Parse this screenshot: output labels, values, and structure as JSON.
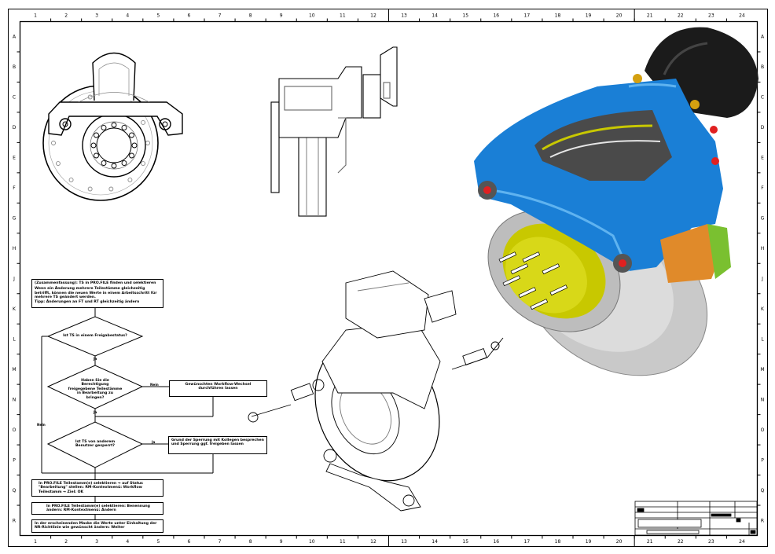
{
  "sheet": {
    "column_labels": [
      "1",
      "2",
      "3",
      "4",
      "5",
      "6",
      "7",
      "8",
      "9",
      "10",
      "11",
      "12",
      "13",
      "14",
      "15",
      "16",
      "17",
      "18",
      "19",
      "20",
      "21",
      "22",
      "23",
      "24"
    ],
    "row_labels": [
      "A",
      "B",
      "C",
      "D",
      "E",
      "F",
      "G",
      "H",
      "J",
      "K",
      "L",
      "M",
      "N",
      "O",
      "P",
      "Q",
      "R"
    ]
  },
  "flowchart": {
    "start_box": {
      "line1": "(Zusammenfassung): TS in PRO.FILE finden und selektieren",
      "line2": "Wenn ein Änderung mehrere Teilestämme gleichzeitig betrifft, können die neuen Werte in einem Arbeitsschritt für mehrere TS geändert werden.",
      "line3": "Tipp: Änderungen an FT und RT gleichzeitig ändern"
    },
    "decision1": "Ist TS in einem Freigabestatus?",
    "decision2": "Haben Sie die Berechtigung freigegebene Teilestämme in Bearbeitung zu bringen?",
    "decision3": "Ist TS von anderem Benutzer gesperrt?",
    "side_box1": "Gewünschten Workflow-Wechsel durchführen lassen",
    "side_box2": "Grund der Sperrung mit Kollegen besprechen und Sperrung ggf. freigeben lassen",
    "step1": "In PRO.FILE Teilestamm(e) selektieren → auf Status \"Bearbeitung\" stellen: RM-Kontextmenü: Workflow Teilestamm → Ziel: OK",
    "step2": "In PRO.FILE Teilestamm(e) selektieren: Benennung ändern: RM-Kontextmenü: Ändern",
    "step3": "In der erscheinenden Maske die Werte unter Einhaltung der NR-Richtlinie wie gewünscht ändern: Weiter",
    "label_yes": "Ja",
    "label_no": "Nein"
  },
  "title_block": {
    "column_labels": [
      "21",
      "22",
      "23",
      "24"
    ],
    "row_label": "R"
  },
  "colors": {
    "caliper": "#1a7fd6",
    "hub": "#c8c800",
    "disc": "#c8c8c8",
    "booster": "#1a1a1a",
    "pad": "#e08a2a",
    "bolt_red": "#e02020",
    "nut_gold": "#d4a010"
  }
}
